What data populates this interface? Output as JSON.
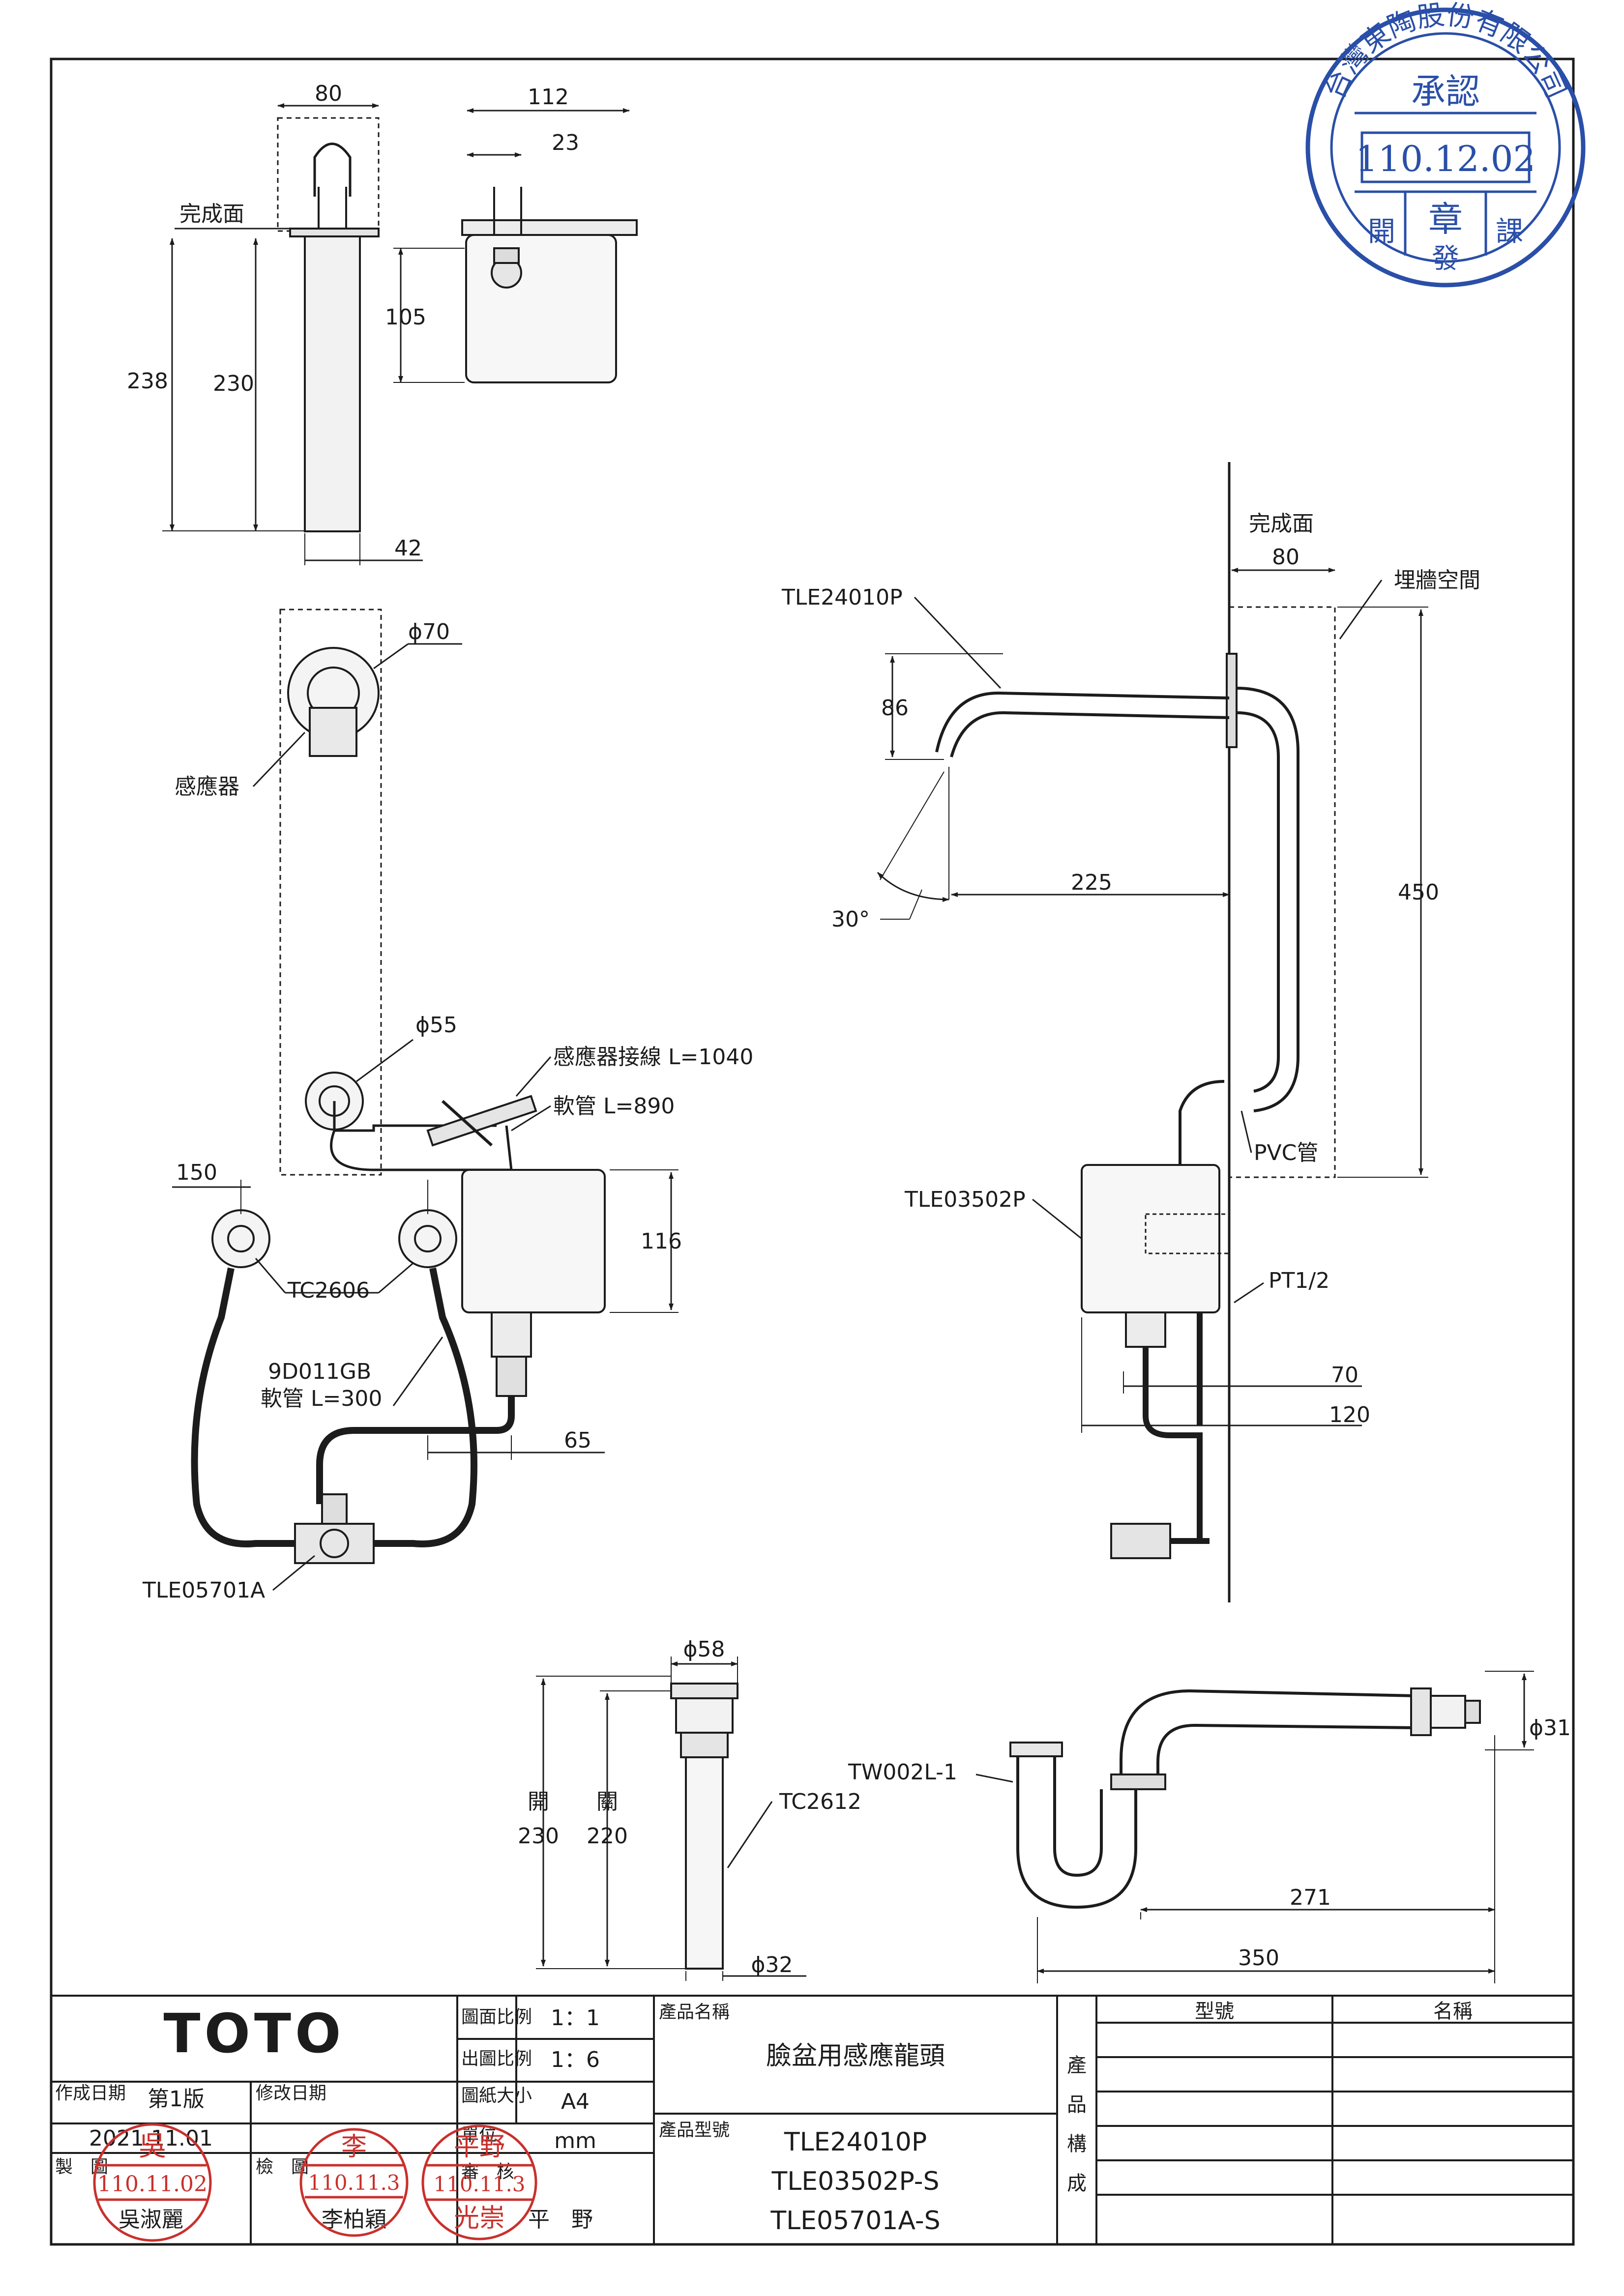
{
  "stamp_top_right": {
    "company_arc": "台灣東陶股份有限公司",
    "approve": "承認",
    "date": "110.12.02",
    "seal": "章",
    "dept_left": "開",
    "dept_mid": "發",
    "dept_right": "課",
    "color": "#2a4fa8"
  },
  "front_view": {
    "finish_face": "完成面",
    "w_top": "80",
    "h_total": "238",
    "h_pipe": "230",
    "d_bottom": "42"
  },
  "side_top_view": {
    "w_total": "112",
    "w_inner": "23",
    "h_box": "105"
  },
  "sensor_view": {
    "dia_top": "ϕ70",
    "sensor_label": "感應器",
    "dia_mid": "ϕ55",
    "sensor_wire": "感應器接線 L=1040",
    "hose": "軟管 L=890"
  },
  "valve_view": {
    "w_150": "150",
    "tc2606": "TC2606",
    "part_9d011gb": "9D011GB",
    "hose_300": "軟管 L=300",
    "h_116": "116",
    "w_65": "65",
    "tle05701a": "TLE05701A"
  },
  "side_install": {
    "finish_face": "完成面",
    "w_80": "80",
    "embed_space": "埋牆空間",
    "tle24010p": "TLE24010P",
    "h_86": "86",
    "angle": "30°",
    "w_225": "225",
    "h_450": "450",
    "pvc": "PVC管",
    "tle03502p": "TLE03502P",
    "pt": "PT1/2",
    "w_70": "70",
    "w_120": "120"
  },
  "drain_view": {
    "dia_58": "ϕ58",
    "open_label": "開",
    "open_val": "230",
    "close_label": "關",
    "close_val": "220",
    "tc2612": "TC2612",
    "dia_32": "ϕ32"
  },
  "trap_view": {
    "tw002l": "TW002L-1",
    "dia_31": "ϕ31",
    "w_271": "271",
    "w_350": "350"
  },
  "title_block": {
    "brand": "TOTO",
    "scale_label": "圖面比例",
    "scale_val": "1：1",
    "print_scale_label": "出圖比例",
    "print_scale_val": "1：6",
    "paper_label": "圖紙大小",
    "paper_val": "A4",
    "unit_label": "單位",
    "unit_val": "mm",
    "created_label": "作成日期",
    "edition": "第1版",
    "revised_label": "修改日期",
    "created_date": "2021.11.01",
    "draw_label": "製　圖",
    "check_label": "檢　圖",
    "review_label": "審　核",
    "drawer_name": "吳淑麗",
    "checker_name": "李柏穎",
    "reviewer_name": "平　野",
    "product_name_label": "產品名稱",
    "product_name": "臉盆用感應龍頭",
    "product_model_label": "產品型號",
    "model_1": "TLE24010P",
    "model_2": "TLE03502P-S",
    "model_3": "TLE05701A-S",
    "composition_label_1": "產",
    "composition_label_2": "品",
    "composition_label_3": "構",
    "composition_label_4": "成",
    "col_model": "型號",
    "col_name": "名稱"
  },
  "stamps_red": {
    "s1_top": "吳",
    "s1_date": "110.11.02",
    "s2_top": "李",
    "s2_date": "110.11.3",
    "s3_top": "平野",
    "s3_date": "110.11.3",
    "s3_bottom": "光崇",
    "color": "#c9302c"
  }
}
